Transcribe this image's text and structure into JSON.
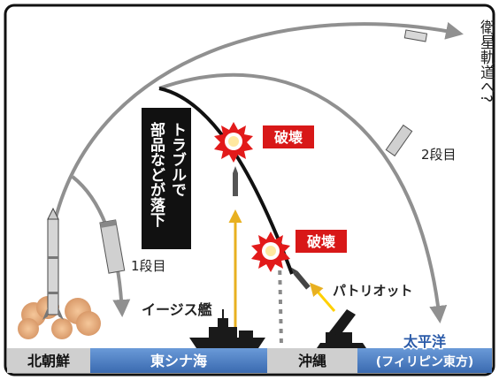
{
  "labels": {
    "orbit": "衛星軌道へ?",
    "trouble": "トラブルで部品などが落下",
    "destroy_upper": "破壊",
    "destroy_lower": "破壊",
    "stage2": "2段目",
    "stage1": "1段目",
    "aegis": "イージス艦",
    "patriot": "パトリオット"
  },
  "regions": {
    "north_korea": "北朝鮮",
    "east_china_sea": "東シナ海",
    "okinawa": "沖縄",
    "pacific": "太平洋",
    "pacific_sub": "(フィリピン東方)"
  },
  "colors": {
    "trajectory": "#909090",
    "debris_path": "#111111",
    "interceptor_aegis": "#e8b020",
    "interceptor_patriot": "#ffd000",
    "explosion": "#e21a1a",
    "label_red": "#d81818",
    "sea": "#4a80c8",
    "land": "#cccccc"
  },
  "icons": [
    "rocket-icon",
    "explosion-icon",
    "ship-icon",
    "missile-launcher-icon"
  ]
}
